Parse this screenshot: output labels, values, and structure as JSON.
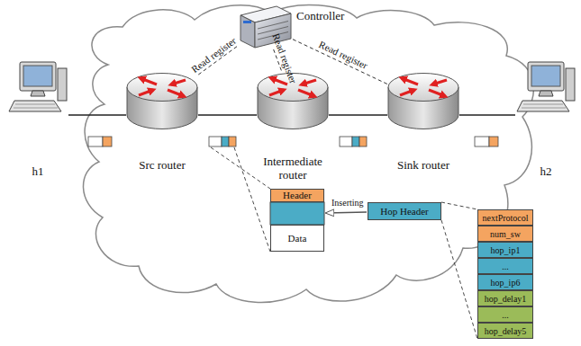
{
  "diagram": {
    "nodes": [
      {
        "text": [
          "Controller"
        ]
      },
      {
        "text": [
          "h1"
        ]
      },
      {
        "text": [
          "Src router"
        ]
      },
      {
        "text": [
          "Intermediate router"
        ]
      },
      {
        "text": [
          "Sink router"
        ]
      },
      {
        "text": [
          "h2"
        ]
      },
      {
        "text": [
          "Header"
        ]
      },
      {
        "text": [
          "Data"
        ]
      },
      {
        "text": [
          "Hop Header"
        ]
      },
      {
        "text": [
          "nextProtocol"
        ]
      },
      {
        "text": [
          "num_sw"
        ]
      },
      {
        "text": [
          "hop_ip1"
        ]
      },
      {
        "text": [
          "..."
        ]
      },
      {
        "text": [
          "hop_ip6"
        ]
      },
      {
        "text": [
          "hop_delay1"
        ]
      },
      {
        "text": [
          "..."
        ]
      },
      {
        "text": [
          "hop_delay5"
        ]
      }
    ],
    "edges": [
      {
        "from": 0,
        "to": 2,
        "arrow": "none",
        "label": "Read register"
      },
      {
        "from": 0,
        "to": 3,
        "arrow": "none",
        "label": "Read register"
      },
      {
        "from": 0,
        "to": 4,
        "arrow": "none",
        "label": "Read register"
      },
      {
        "from": 1,
        "to": 2,
        "arrow": "none"
      },
      {
        "from": 2,
        "to": 3,
        "arrow": "none"
      },
      {
        "from": 3,
        "to": 4,
        "arrow": "none"
      },
      {
        "from": 4,
        "to": 5,
        "arrow": "none"
      }
    ],
    "labels": [
      "Inserting"
    ]
  }
}
